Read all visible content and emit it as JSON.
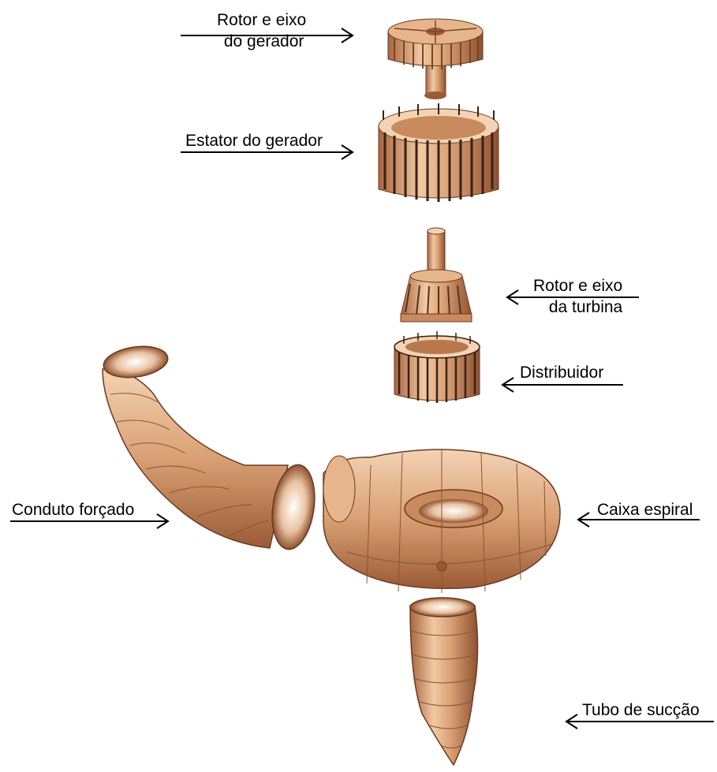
{
  "labels": {
    "rotor_gerador": {
      "line1": "Rotor e eixo",
      "line2": "do gerador"
    },
    "estator_gerador": "Estator do gerador",
    "rotor_turbina": {
      "line1": "Rotor e eixo",
      "line2": "da turbina"
    },
    "distribuidor": "Distribuidor",
    "conduto_forcado": "Conduto forçado",
    "caixa_espiral": "Caixa espiral",
    "tubo_succao": "Tubo de sucção"
  },
  "colors": {
    "metal_light": "#f3d3b3",
    "metal_mid": "#d9a074",
    "metal_dark": "#9b5a36",
    "metal_shadow": "#6b3a20",
    "line": "#000000"
  }
}
